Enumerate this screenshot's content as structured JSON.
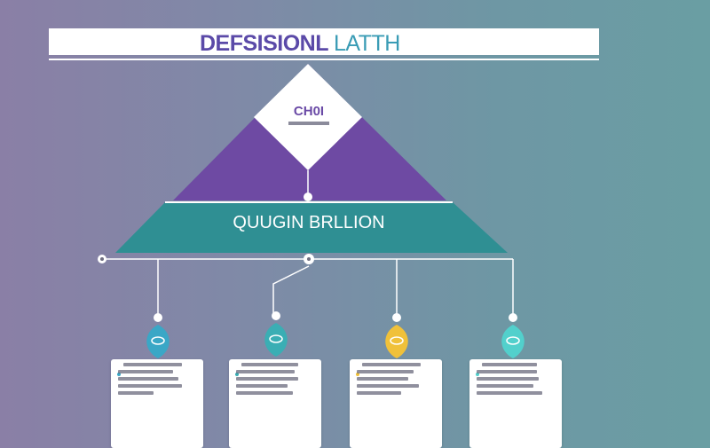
{
  "title": {
    "part1": "DEFSISIONL",
    "part2": "LATTH"
  },
  "diagram": {
    "top_node": {
      "label": "CH0I"
    },
    "middle_node": {
      "label": "QUUGIN BRLLION"
    },
    "leaves": [
      {
        "icon": "leaf-badge-icon",
        "color": "#3aa7c6"
      },
      {
        "icon": "leaf-badge-icon",
        "color": "#3aaeb4"
      },
      {
        "icon": "leaf-badge-icon",
        "color": "#f0c13a"
      },
      {
        "icon": "leaf-badge-icon",
        "color": "#52d0cc"
      }
    ]
  },
  "colors": {
    "purple": "#6e4aa3",
    "teal": "#2f8f93",
    "white": "#ffffff"
  }
}
